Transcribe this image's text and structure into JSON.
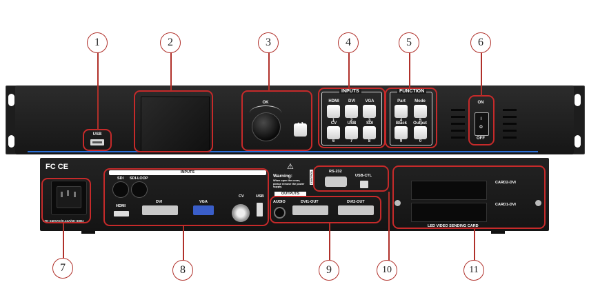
{
  "callouts": [
    "1",
    "2",
    "3",
    "4",
    "5",
    "6",
    "7",
    "8",
    "9",
    "10",
    "11"
  ],
  "front": {
    "usb_label": "USB",
    "ok_label": "OK",
    "inputs_title": "INPUTS",
    "input_buttons": [
      {
        "label": "HDMI",
        "num": "1"
      },
      {
        "label": "DVI",
        "num": "2"
      },
      {
        "label": "VGA",
        "num": "3"
      },
      {
        "label": "CV",
        "num": "6"
      },
      {
        "label": "USB",
        "num": "7"
      },
      {
        "label": "SDI",
        "num": "8"
      }
    ],
    "function_title": "FUNCTION",
    "function_buttons": [
      {
        "label": "Part",
        "num": "4"
      },
      {
        "label": "Mode",
        "num": "5"
      },
      {
        "label": "Black",
        "num": "9"
      },
      {
        "label": "Output",
        "num": "0"
      }
    ],
    "power_on": "ON",
    "power_off": "OFF",
    "switch_on_mark": "I",
    "switch_off_mark": "O"
  },
  "rear": {
    "cert_marks": "FC CE",
    "power_spec": "100~240VAC/0.12A/50~60Hz",
    "inputs_title": "INPUTS",
    "sdi": "SDI",
    "sdi_loop": "SDI-LOOP",
    "hdmi": "HDMI",
    "dvi": "DVI",
    "vga": "VGA",
    "cv": "CV",
    "usb": "USB",
    "warning_title": "Warning:",
    "warning_text": "When open the cover, please remove the power supply.",
    "control_label": "CONTROL",
    "rs232": "RS-232",
    "usb_ctl": "USB-CTL",
    "outputs_title": "OUTPUTS",
    "audio": "AUDIO",
    "dvi1_out": "DVI1-OUT",
    "dvi2_out": "DVI2-OUT",
    "card2": "CARD2-DVI",
    "card1": "CARD1-DVI",
    "sending_card": "LED VIDEO SENDING CARD"
  },
  "colors": {
    "callout": "#b0302a",
    "highlight": "#c62a2a",
    "panel": "#1d1d1d",
    "accent_line": "#2a6fd6"
  }
}
